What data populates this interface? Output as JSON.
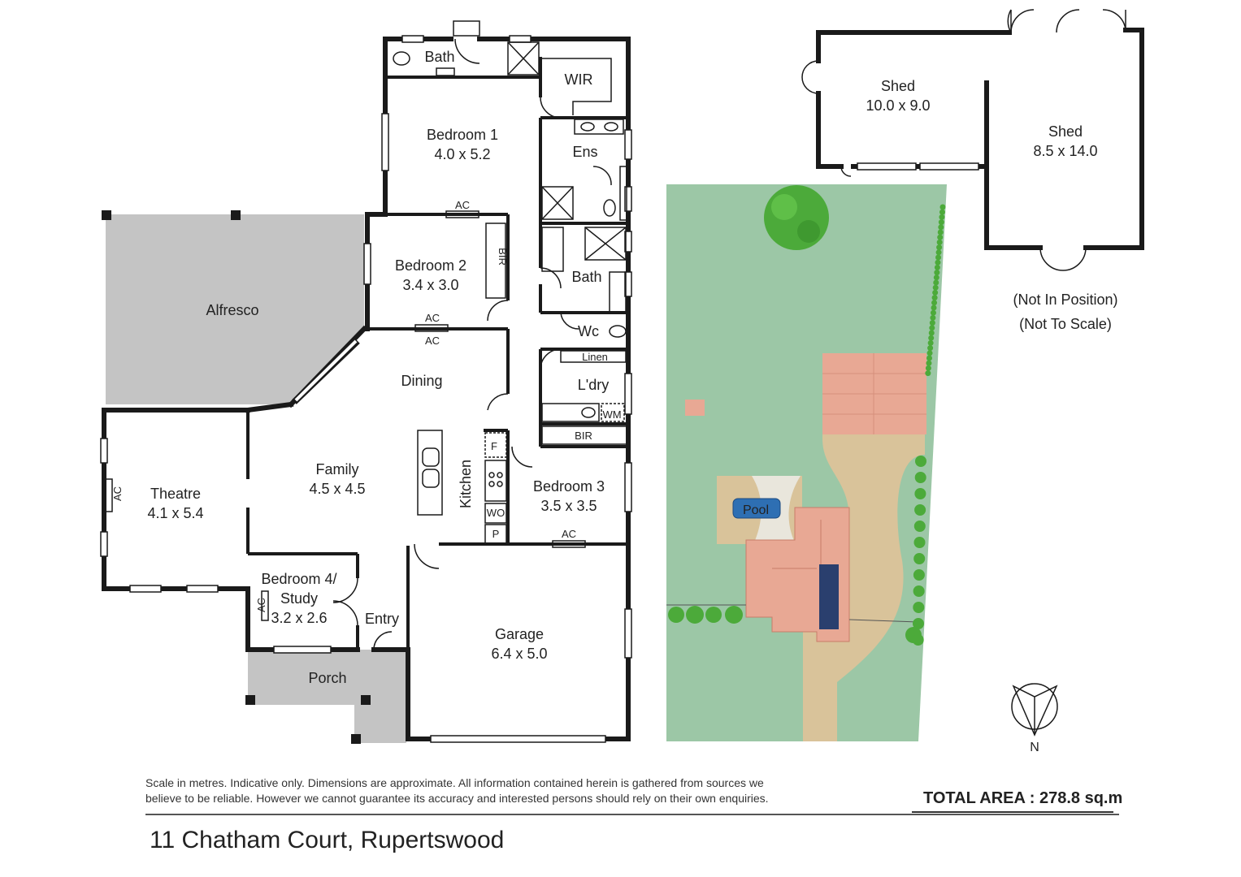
{
  "rooms": {
    "bath1": "Bath",
    "wir": "WIR",
    "bedroom1_name": "Bedroom 1",
    "bedroom1_dim": "4.0 x 5.2",
    "ens": "Ens",
    "ac": "AC",
    "bedroom2_name": "Bedroom 2",
    "bedroom2_dim": "3.4 x 3.0",
    "bir": "BIR",
    "bath2": "Bath",
    "wc": "Wc",
    "linen": "Linen",
    "laundry": "L'dry",
    "wm": "WM",
    "alfresco": "Alfresco",
    "dining": "Dining",
    "family_name": "Family",
    "family_dim": "4.5 x 4.5",
    "kitchen": "Kitchen",
    "fridge": "F",
    "wo": "WO",
    "pantry": "P",
    "bedroom3_name": "Bedroom 3",
    "bedroom3_dim": "3.5 x 3.5",
    "theatre_name": "Theatre",
    "theatre_dim": "4.1 x 5.4",
    "bedroom4_name1": "Bedroom 4/",
    "bedroom4_name2": "Study",
    "bedroom4_dim": "3.2 x 2.6",
    "entry": "Entry",
    "garage_name": "Garage",
    "garage_dim": "6.4 x 5.0",
    "porch": "Porch"
  },
  "sheds": {
    "shed1_name": "Shed",
    "shed1_dim": "10.0 x 9.0",
    "shed2_name": "Shed",
    "shed2_dim": "8.5 x 14.0",
    "note1": "(Not In Position)",
    "note2": "(Not To Scale)"
  },
  "site": {
    "pool": "Pool",
    "north": "N"
  },
  "colors": {
    "alfresco": "#c4c4c4",
    "lawn": "#9cc7a6",
    "roof": "#e8a894",
    "path": "#d9c39a",
    "pool": "#2e6fb3",
    "tree": "#4caa3a"
  },
  "footer": {
    "disclaimer1": "Scale in metres. Indicative only. Dimensions are approximate. All information contained herein is gathered from sources we",
    "disclaimer2": "believe to be reliable. However we cannot guarantee its accuracy and interested persons should rely on their own enquiries.",
    "total_area": "TOTAL AREA :  278.8  sq.m",
    "address": "11 Chatham Court, Rupertswood"
  }
}
